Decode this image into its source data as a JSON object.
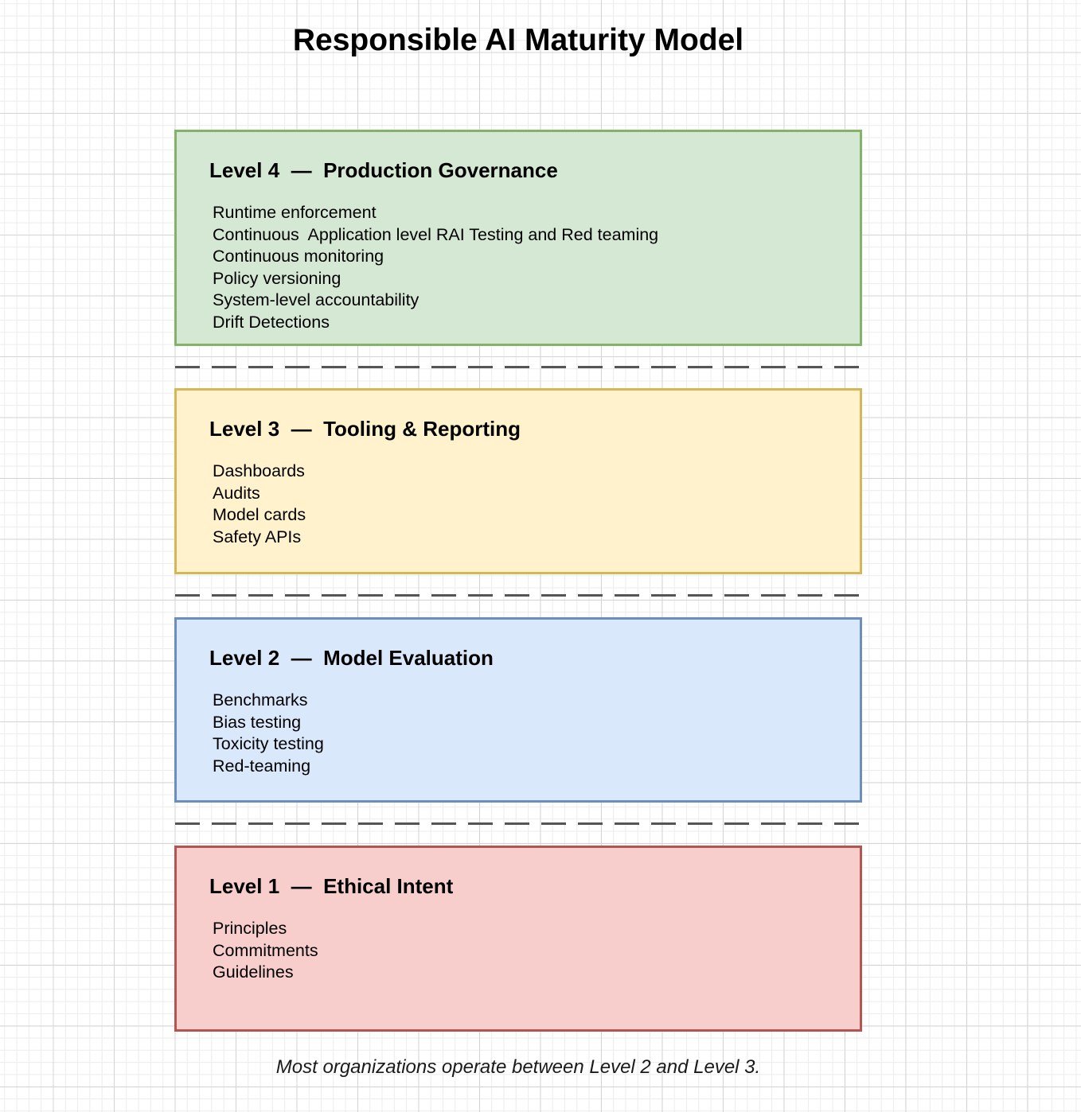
{
  "title": "Responsible AI Maturity Model",
  "levels": [
    {
      "heading": "Level 4  —  Production Governance",
      "fill": "#d5e8d4",
      "stroke": "#82b366",
      "items": [
        "Runtime enforcement",
        "Continuous  Application level RAI Testing and Red teaming",
        "Continuous monitoring",
        "Policy versioning",
        "System-level accountability",
        "Drift Detections"
      ]
    },
    {
      "heading": "Level 3  —  Tooling & Reporting",
      "fill": "#fff2cc",
      "stroke": "#d6b656",
      "items": [
        "Dashboards",
        "Audits",
        "Model cards",
        "Safety APIs"
      ]
    },
    {
      "heading": "Level 2  —  Model Evaluation",
      "fill": "#dae8fc",
      "stroke": "#6c8ebf",
      "items": [
        "Benchmarks",
        "Bias testing",
        "Toxicity testing",
        "Red-teaming"
      ]
    },
    {
      "heading": "Level 1  —  Ethical Intent",
      "fill": "#f8cecc",
      "stroke": "#b85450",
      "items": [
        "Principles",
        "Commitments",
        "Guidelines"
      ]
    }
  ],
  "separator_color": "#555555",
  "footnote": "Most organizations operate between Level 2 and Level 3."
}
